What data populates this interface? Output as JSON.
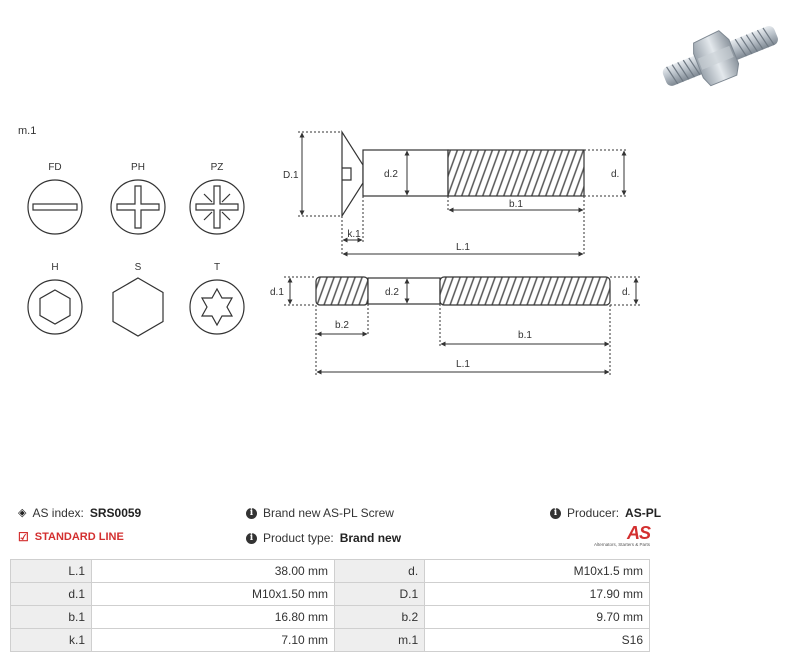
{
  "drawing": {
    "section_label": "m.1",
    "drive_types": [
      {
        "code": "FD",
        "icon": "slot-drive-icon"
      },
      {
        "code": "PH",
        "icon": "phillips-drive-icon"
      },
      {
        "code": "PZ",
        "icon": "pozidriv-drive-icon"
      },
      {
        "code": "H",
        "icon": "hex-socket-drive-icon"
      },
      {
        "code": "S",
        "icon": "hex-head-icon"
      },
      {
        "code": "T",
        "icon": "torx-drive-icon"
      }
    ],
    "screw_dims": {
      "D1": "D.1",
      "d2": "d.2",
      "d": "d.",
      "b1": "b.1",
      "k1": "k.1",
      "L1": "L.1"
    },
    "stud_dims": {
      "d1": "d.1",
      "d2": "d.2",
      "d": "d.",
      "b2": "b.2",
      "b1": "b.1",
      "L1": "L.1"
    }
  },
  "info": {
    "as_index_label": "AS index:",
    "as_index_value": "SRS0059",
    "standard_line": "STANDARD LINE",
    "description": "Brand new AS-PL Screw",
    "product_type_label": "Product type:",
    "product_type_value": "Brand new",
    "producer_label": "Producer:",
    "producer_value": "AS-PL"
  },
  "logo": {
    "mark": "AS",
    "tagline": "Alternators, Starters & Parts"
  },
  "specs": [
    [
      "L.1",
      "38.00 mm",
      "d.",
      "M10x1.5 mm"
    ],
    [
      "d.1",
      "M10x1.50 mm",
      "D.1",
      "17.90 mm"
    ],
    [
      "b.1",
      "16.80 mm",
      "b.2",
      "9.70 mm"
    ],
    [
      "k.1",
      "7.10 mm",
      "m.1",
      "S16"
    ]
  ],
  "colors": {
    "accent": "#d32f2f",
    "line": "#333333",
    "table_key_bg": "#eeeeee",
    "table_border": "#cfcfcf"
  }
}
